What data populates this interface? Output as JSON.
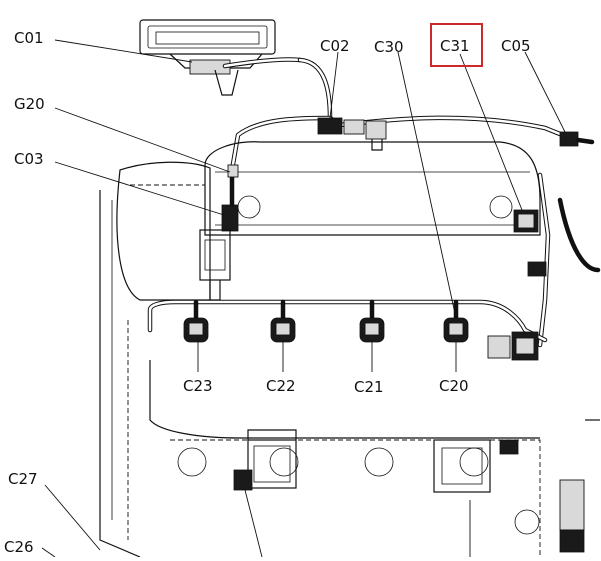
{
  "labels": {
    "c01": "C01",
    "c02": "C02",
    "c30": "C30",
    "c31": "C31",
    "c05": "C05",
    "g20": "G20",
    "c03": "C03",
    "c23": "C23",
    "c22": "C22",
    "c21": "C21",
    "c20": "C20",
    "c27": "C27",
    "c26": "C26"
  },
  "highlight": {
    "target": "c31",
    "color": "#cc2a2a"
  }
}
